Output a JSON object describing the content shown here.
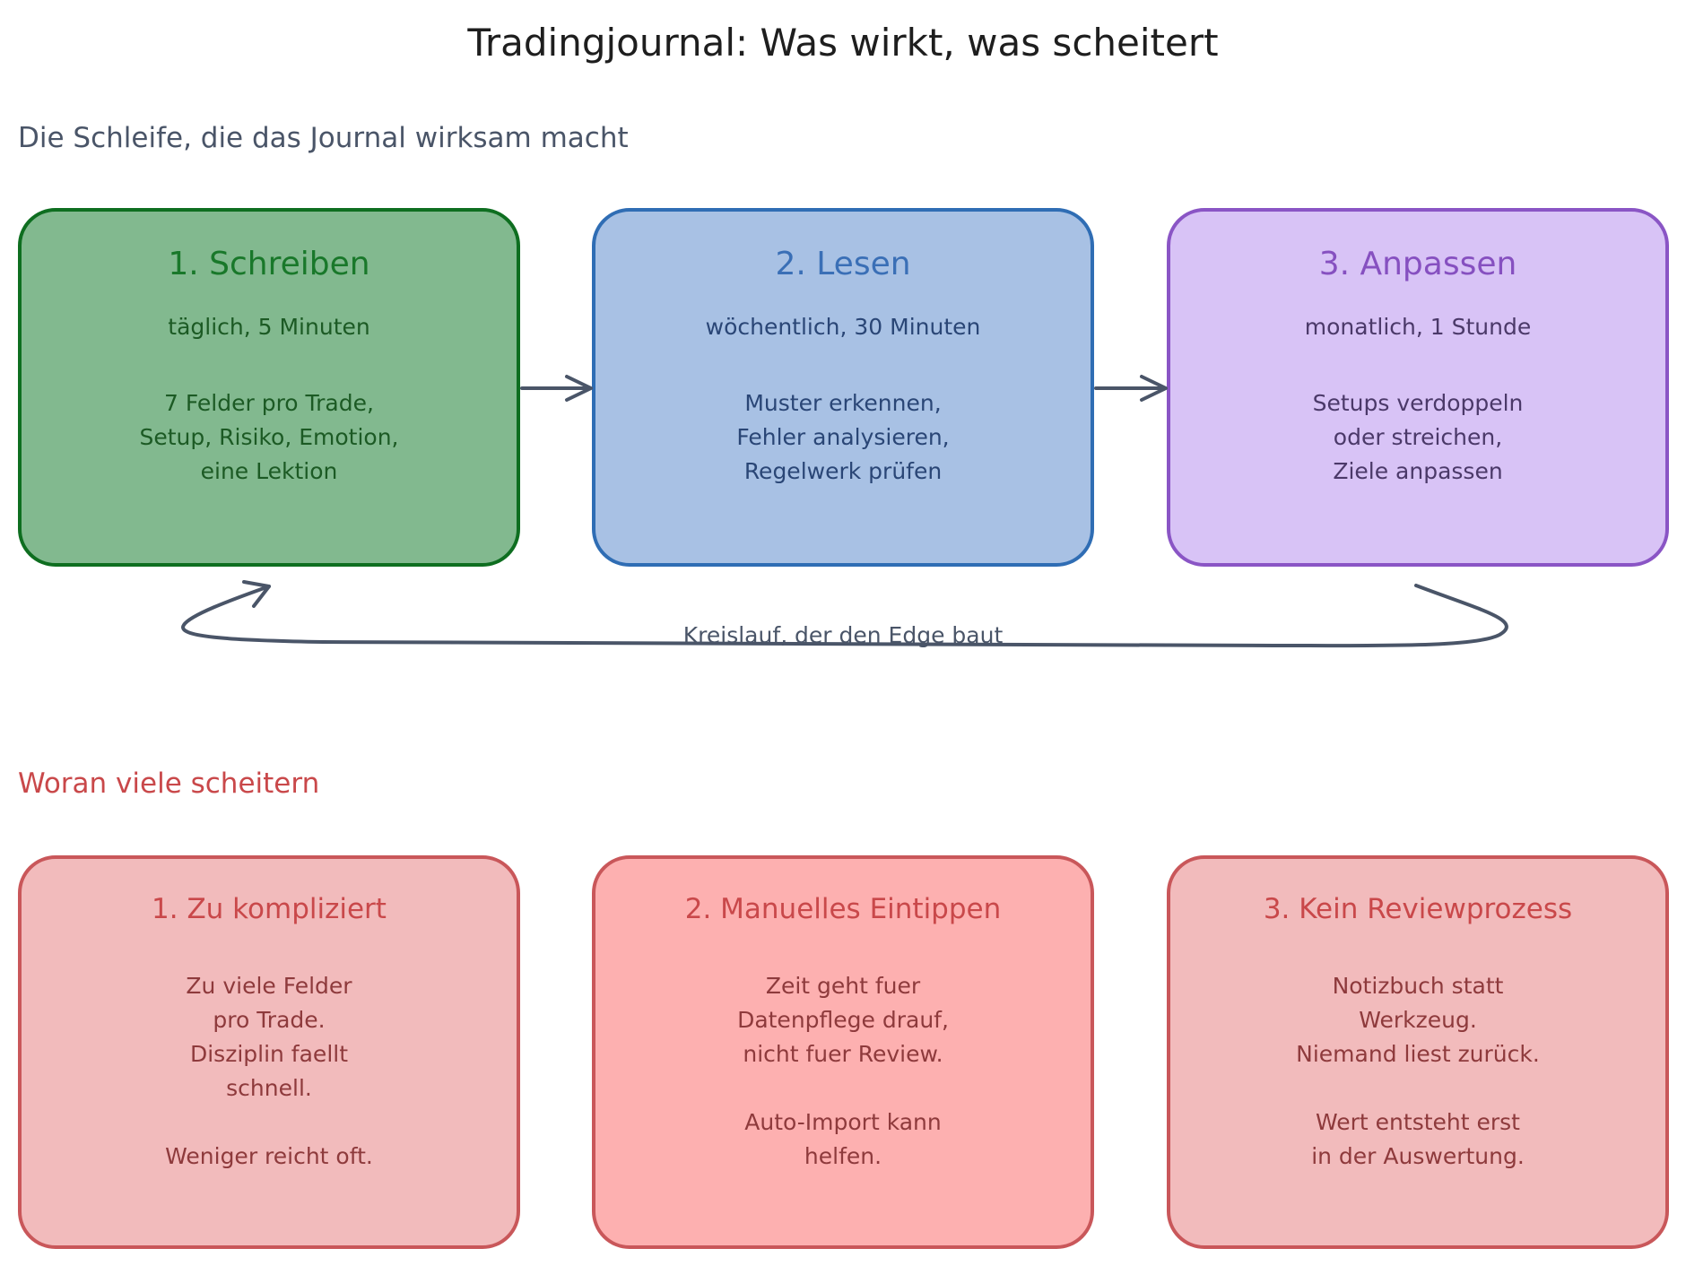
{
  "title": "Tradingjournal: Was wirkt, was scheitert",
  "loop": {
    "heading": "Die Schleife, die das Journal wirksam macht",
    "steps": [
      {
        "title": "1. Schreiben",
        "cadence": "täglich, 5 Minuten",
        "lines": [
          "7 Felder pro Trade,",
          "Setup, Risiko, Emotion,",
          "eine Lektion"
        ]
      },
      {
        "title": "2. Lesen",
        "cadence": "wöchentlich, 30 Minuten",
        "lines": [
          "Muster erkennen,",
          "Fehler analysieren,",
          "Regelwerk prüfen"
        ]
      },
      {
        "title": "3. Anpassen",
        "cadence": "monatlich, 1 Stunde",
        "lines": [
          "Setups verdoppeln",
          "oder streichen,",
          "Ziele anpassen"
        ]
      }
    ],
    "cycle_label": "Kreislauf, der den Edge baut"
  },
  "failures": {
    "heading": "Woran viele scheitern",
    "items": [
      {
        "title": "1. Zu kompliziert",
        "paragraphs": [
          [
            "Zu viele Felder",
            "pro Trade.",
            "Disziplin faellt",
            "schnell."
          ],
          [
            "Weniger reicht oft."
          ]
        ]
      },
      {
        "title": "2. Manuelles Eintippen",
        "paragraphs": [
          [
            "Zeit geht fuer",
            "Datenpflege drauf,",
            "nicht fuer Review."
          ],
          [
            "Auto-Import kann",
            "helfen."
          ]
        ]
      },
      {
        "title": "3. Kein Reviewprozess",
        "paragraphs": [
          [
            "Notizbuch statt",
            "Werkzeug.",
            "Niemand liest zurück."
          ],
          [
            "Wert entsteht erst",
            "in der Auswertung."
          ]
        ]
      }
    ]
  },
  "colors": {
    "title": "#1e1e1e",
    "slate": "#4a5568",
    "step1_fill": "#82b98f",
    "step1_stroke": "#0e6e20",
    "step1_title": "#19782a",
    "step1_text": "#1c5a24",
    "step2_fill": "#a8c1e4",
    "step2_stroke": "#2f6db4",
    "step2_title": "#3a6fb6",
    "step2_text": "#2a4676",
    "step3_fill": "#d8c3f6",
    "step3_stroke": "#8a55c5",
    "step3_title": "#8650c0",
    "step3_text": "#4b3969",
    "fail_fill": "#f2bbbc",
    "fail_fill_alt": "#fdb0b0",
    "fail_stroke": "#c9575a",
    "fail_title": "#c9484a",
    "fail_text": "#8e3a3c"
  }
}
